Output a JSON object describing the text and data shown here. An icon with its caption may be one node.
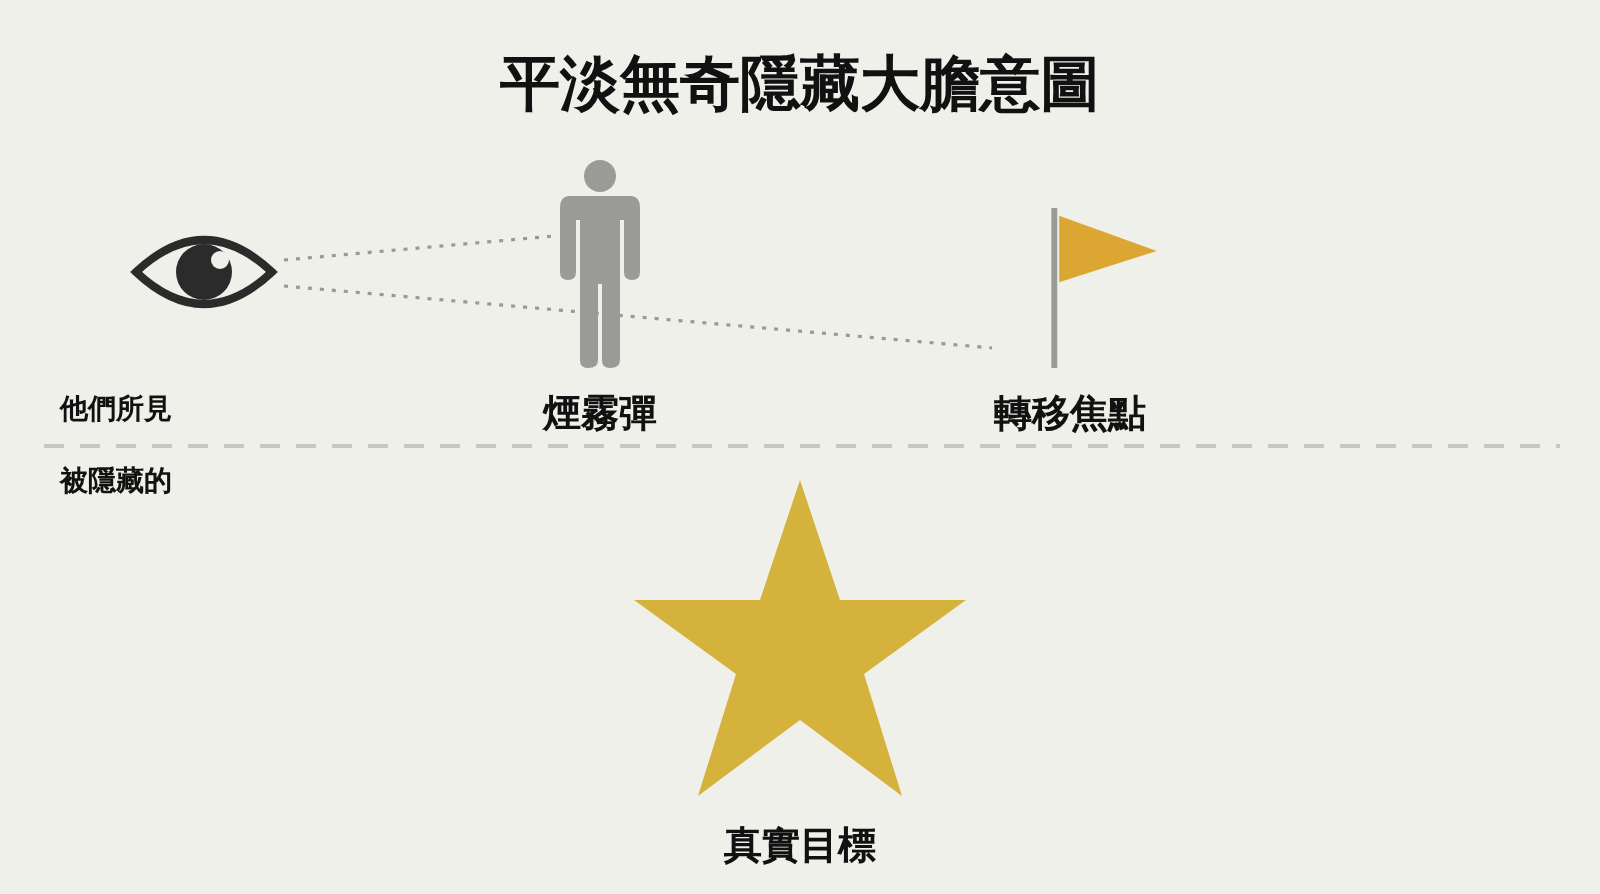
{
  "diagram": {
    "title": "平淡無奇隱藏大膽意圖",
    "nodes": [
      {
        "text": [],
        "shape": "eye"
      },
      {
        "text": [
          "煙霧彈"
        ]
      },
      {
        "text": [
          "轉移焦點"
        ]
      },
      {
        "text": [
          "真實目標"
        ]
      }
    ],
    "edges": [
      {
        "from": 0,
        "to": 1,
        "arrow": "none",
        "style": "dashed"
      },
      {
        "from": 0,
        "to": 2,
        "arrow": "none",
        "style": "dashed"
      }
    ],
    "labels": [
      "他們所見",
      "被隱藏的"
    ]
  }
}
